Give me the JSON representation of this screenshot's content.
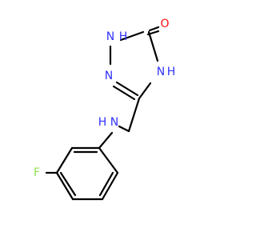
{
  "colors": {
    "bond": "#000000",
    "nitrogen": "#3333ff",
    "oxygen": "#ff0d0d",
    "fluorine": "#90e050"
  },
  "molecule": {
    "labels": {
      "n1": "N",
      "h1": "H",
      "n2": "N",
      "o": "O",
      "n4": "N",
      "h4": "H",
      "nh_n": "N",
      "nh_h": "H",
      "f": "F"
    }
  }
}
